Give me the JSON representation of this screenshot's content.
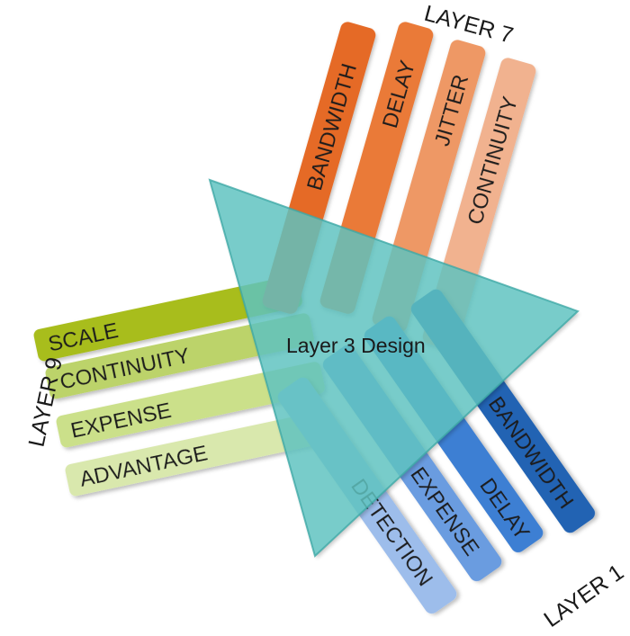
{
  "colors": {
    "prism": "#5ec3c0",
    "top_1": "#e56b25",
    "top_2": "#ea7a39",
    "top_3": "#ee9865",
    "top_4": "#f1b28f",
    "left_1": "#a8bd1d",
    "left_2": "#bcd36a",
    "left_3": "#cbe08a",
    "left_4": "#d9e8ad",
    "right_1": "#2463b3",
    "right_2": "#3e7fd3",
    "right_3": "#6a9ce0",
    "right_4": "#9dbdeb"
  },
  "center": {
    "label": "Layer 3 Design"
  },
  "layers": {
    "top": {
      "title": "LAYER 7",
      "items": [
        "BANDWIDTH",
        "DELAY",
        "JITTER",
        "CONTINUITY"
      ]
    },
    "left": {
      "title": "LAYER 9",
      "items": [
        "SCALE",
        "CONTINUITY",
        "EXPENSE",
        "ADVANTAGE"
      ]
    },
    "right": {
      "title": "LAYER 1",
      "items": [
        "BANDWIDTH",
        "DELAY",
        "EXPENSE",
        "DETECTION"
      ]
    }
  }
}
